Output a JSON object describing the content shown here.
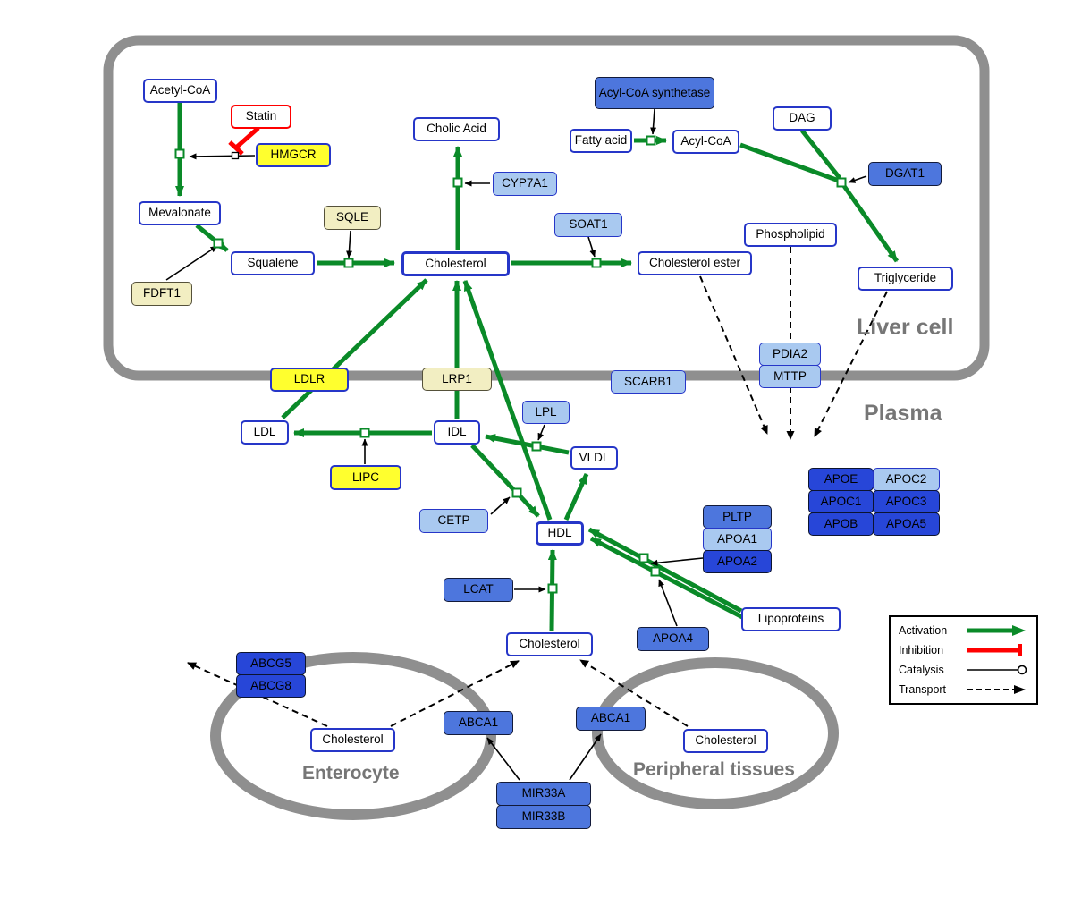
{
  "colors": {
    "activation": "#0a8a28",
    "inhibition": "#ff0000",
    "catalysis": "#000000",
    "transport": "#000000",
    "membrane": "#8f8f8f",
    "node_border_blue": "#2636c8",
    "yellow_node": "#ffff2e",
    "cream_node": "#f2eec2",
    "light_blue_node": "#a9c9f0",
    "mid_blue_node": "#4d76dd",
    "dark_blue_node": "#2746d8"
  },
  "compartments": {
    "liver": "Liver cell",
    "plasma": "Plasma",
    "enterocyte": "Enterocyte",
    "peripheral": "Peripheral tissues"
  },
  "nodes": {
    "acetyl_coa": "Acetyl-CoA",
    "statin": "Statin",
    "hmgcr": "HMGCR",
    "mevalonate": "Mevalonate",
    "fdft1": "FDFT1",
    "squalene": "Squalene",
    "sqle": "SQLE",
    "cholesterol_liver": "Cholesterol",
    "cholic_acid": "Cholic Acid",
    "cyp7a1": "CYP7A1",
    "soat1": "SOAT1",
    "cholesterol_ester": "Cholesterol ester",
    "fatty_acid": "Fatty acid",
    "acyl_coa_synthetase": "Acyl-CoA synthetase",
    "acyl_coa": "Acyl-CoA",
    "dag": "DAG",
    "dgat1": "DGAT1",
    "phospholipid": "Phospholipid",
    "triglyceride": "Triglyceride",
    "pdia2": "PDIA2",
    "mttp": "MTTP",
    "ldlr": "LDLR",
    "lrp1": "LRP1",
    "scarb1": "SCARB1",
    "ldl": "LDL",
    "idl": "IDL",
    "lpl": "LPL",
    "vldl": "VLDL",
    "lipc": "LIPC",
    "cetp": "CETP",
    "hdl": "HDL",
    "pltp": "PLTP",
    "apoa1": "APOA1",
    "apoa2": "APOA2",
    "apoe": "APOE",
    "apoc2": "APOC2",
    "apoc1": "APOC1",
    "apoc3": "APOC3",
    "apob": "APOB",
    "apoa5": "APOA5",
    "lcat": "LCAT",
    "apoa4": "APOA4",
    "lipoproteins": "Lipoproteins",
    "cholesterol_plasma": "Cholesterol",
    "abcg5": "ABCG5",
    "abcg8": "ABCG8",
    "cholesterol_enterocyte": "Cholesterol",
    "abca1_enterocyte": "ABCA1",
    "abca1_peripheral": "ABCA1",
    "cholesterol_peripheral": "Cholesterol",
    "mir33a": "MIR33A",
    "mir33b": "MIR33B"
  },
  "legend": {
    "activation": "Activation",
    "inhibition": "Inhibition",
    "catalysis": "Catalysis",
    "transport": "Transport"
  }
}
